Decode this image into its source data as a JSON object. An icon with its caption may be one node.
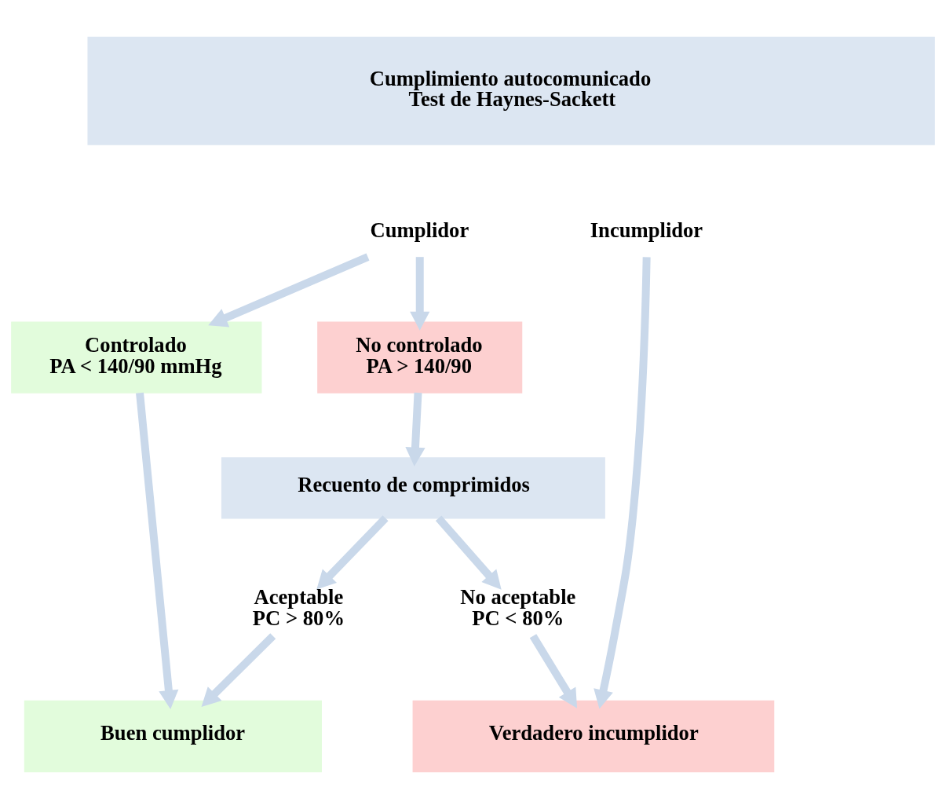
{
  "diagram": {
    "nodes": [
      {
        "text": [
          "Cumplimiento autocomunicado",
          "Test de Haynes-Sackett"
        ]
      },
      {
        "text": [
          "Cumplidor"
        ]
      },
      {
        "text": [
          "Incumplidor"
        ]
      },
      {
        "text": [
          "Controlado",
          "PA < 140/90 mmHg"
        ]
      },
      {
        "text": [
          "No controlado",
          "PA > 140/90"
        ]
      },
      {
        "text": [
          "Recuento de comprimidos"
        ]
      },
      {
        "text": [
          "Aceptable",
          "PC > 80%"
        ]
      },
      {
        "text": [
          "No aceptable",
          "PC < 80%"
        ]
      },
      {
        "text": [
          "Buen cumplidor"
        ]
      },
      {
        "text": [
          "Verdadero incumplidor"
        ]
      }
    ],
    "edges": [
      {
        "from": 1,
        "to": 3,
        "arrow": "to"
      },
      {
        "from": 1,
        "to": 4,
        "arrow": "to"
      },
      {
        "from": 3,
        "to": 8,
        "arrow": "to"
      },
      {
        "from": 4,
        "to": 5,
        "arrow": "to"
      },
      {
        "from": 5,
        "to": 6,
        "arrow": "to"
      },
      {
        "from": 5,
        "to": 7,
        "arrow": "to"
      },
      {
        "from": 6,
        "to": 8,
        "arrow": "to"
      },
      {
        "from": 7,
        "to": 9,
        "arrow": "to"
      },
      {
        "from": 2,
        "to": 9,
        "arrow": "to"
      }
    ]
  }
}
